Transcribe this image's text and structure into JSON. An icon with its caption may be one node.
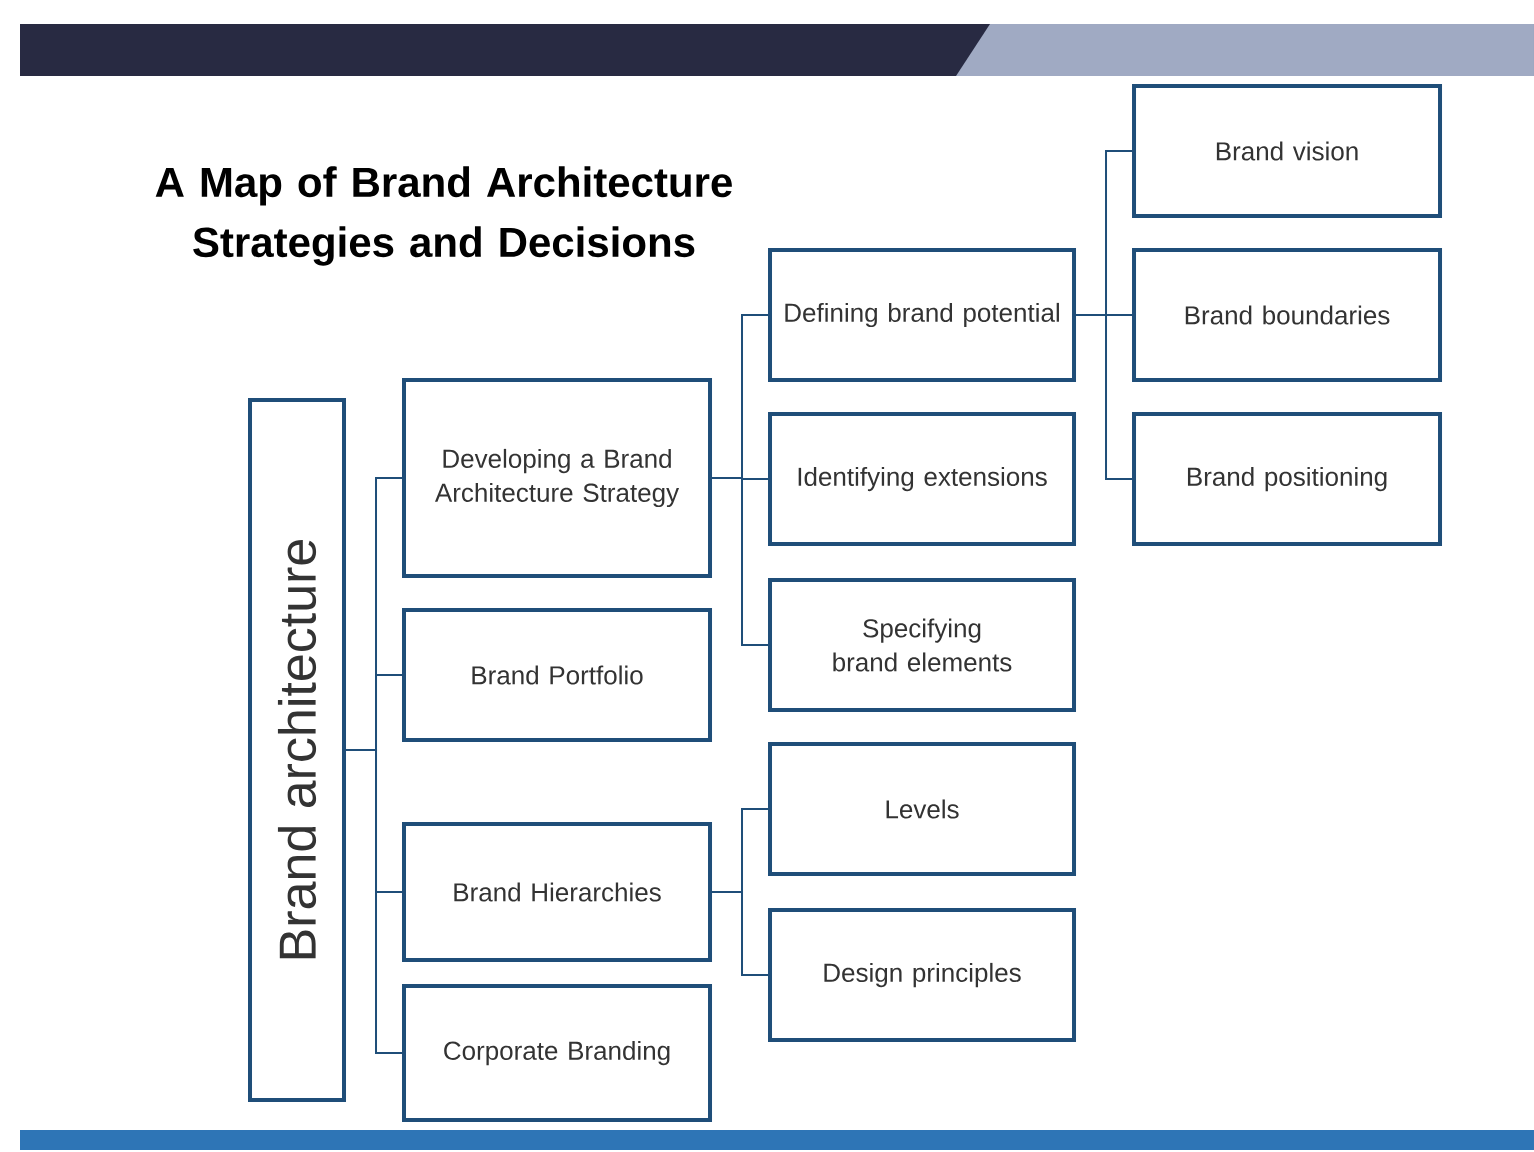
{
  "diagram": {
    "title": "A Map of Brand Architecture Strategies and Decisions",
    "nodes": [
      {
        "text": [
          "Brand architecture"
        ]
      },
      {
        "text": [
          "Developing a Brand Architecture Strategy"
        ]
      },
      {
        "text": [
          "Brand Portfolio"
        ]
      },
      {
        "text": [
          "Brand Hierarchies"
        ]
      },
      {
        "text": [
          "Corporate Branding"
        ]
      },
      {
        "text": [
          "Defining brand potential"
        ]
      },
      {
        "text": [
          "Identifying extensions"
        ]
      },
      {
        "text": [
          "Specifying brand elements"
        ]
      },
      {
        "text": [
          "Levels"
        ]
      },
      {
        "text": [
          "Design principles"
        ]
      },
      {
        "text": [
          "Brand vision"
        ]
      },
      {
        "text": [
          "Brand boundaries"
        ]
      },
      {
        "text": [
          "Brand positioning"
        ]
      }
    ],
    "edges": [
      {
        "from": 0,
        "to": 1,
        "arrow": "none"
      },
      {
        "from": 0,
        "to": 2,
        "arrow": "none"
      },
      {
        "from": 0,
        "to": 3,
        "arrow": "none"
      },
      {
        "from": 0,
        "to": 4,
        "arrow": "none"
      },
      {
        "from": 1,
        "to": 5,
        "arrow": "none"
      },
      {
        "from": 1,
        "to": 6,
        "arrow": "none"
      },
      {
        "from": 1,
        "to": 7,
        "arrow": "none"
      },
      {
        "from": 3,
        "to": 8,
        "arrow": "none"
      },
      {
        "from": 3,
        "to": 9,
        "arrow": "none"
      },
      {
        "from": 5,
        "to": 10,
        "arrow": "none"
      },
      {
        "from": 5,
        "to": 11,
        "arrow": "none"
      },
      {
        "from": 5,
        "to": 12,
        "arrow": "none"
      }
    ]
  }
}
